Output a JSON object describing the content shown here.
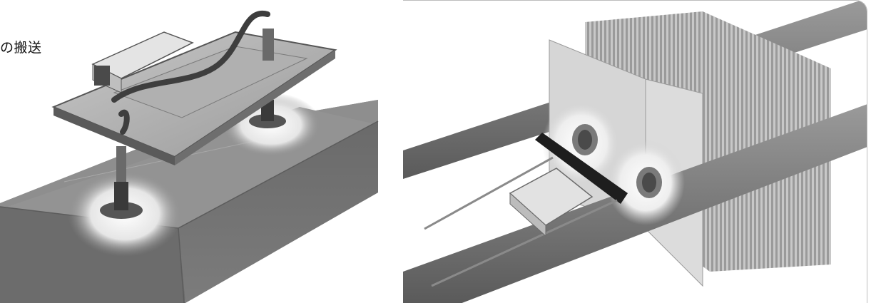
{
  "left_panel": {
    "caption": "の搬送",
    "illustration": "vacuum-gripper-on-box-illustration"
  },
  "right_panel": {
    "illustration": "suction-cups-on-sheet-stack-illustration"
  },
  "colors": {
    "background": "#ffffff",
    "metal_light": "#d8d8d8",
    "metal_dark": "#5a5a5a",
    "box_top": "#8c8c8c",
    "box_side": "#6e6e6e",
    "glow": "#f4f4f4",
    "frame_border": "#bdbdbd"
  }
}
